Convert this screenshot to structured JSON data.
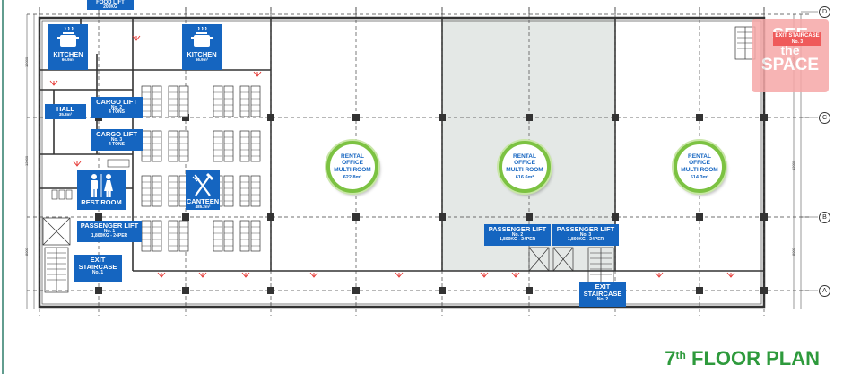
{
  "title": {
    "ordinal": "7",
    "suffix": "th",
    "text": "FLOOR PLAN"
  },
  "axes": [
    "D",
    "C",
    "B",
    "A"
  ],
  "rooms": {
    "kitchen_left": {
      "name": "KITCHEN",
      "area": "66.9m²"
    },
    "kitchen_right": {
      "name": "KITCHEN",
      "area": "66.9m²"
    },
    "hall": {
      "name": "HALL",
      "area": "35.8m²"
    },
    "rest_room": {
      "name": "REST ROOM"
    },
    "canteen": {
      "name": "CANTEEN",
      "area": "485.2m²"
    },
    "top_lift": {
      "name": "FOOD LIFT",
      "sub": "200KG"
    }
  },
  "lifts": {
    "cargo2": {
      "name": "CARGO LIFT",
      "no": "No. 2",
      "cap": "4 TONS"
    },
    "cargo3": {
      "name": "CARGO LIFT",
      "no": "No. 3",
      "cap": "4 TONS"
    },
    "passenger1": {
      "name": "PASSENGER LIFT",
      "no": "No. 1",
      "cap": "1,800KG - 24PER"
    },
    "passenger2": {
      "name": "PASSENGER LIFT",
      "no": "No. 2",
      "cap": "1,800KG - 24PER"
    },
    "passenger3": {
      "name": "PASSENGER LIFT",
      "no": "No. 3",
      "cap": "1,800KG - 24PER"
    }
  },
  "staircases": {
    "s1": {
      "line1": "EXIT",
      "line2": "STAIRCASE",
      "no": "No. 1"
    },
    "s2": {
      "line1": "EXIT",
      "line2": "STAIRCASE",
      "no": "No. 2"
    },
    "s3": {
      "line1": "EXIT",
      "line2": "STAIRCASE",
      "no": "No. 3"
    }
  },
  "rentals": [
    {
      "l1": "RENTAL",
      "l2": "OFFICE",
      "l3": "MULTI ROOM",
      "area": "622.8m²"
    },
    {
      "l1": "RENTAL",
      "l2": "OFFICE",
      "l3": "MULTI ROOM",
      "area": "616.6m²"
    },
    {
      "l1": "RENTAL",
      "l2": "OFFICE",
      "l3": "MULTI ROOM",
      "area": "514.3m²"
    }
  ],
  "watermark": {
    "l1": "SEE",
    "l2": "the",
    "l3": "SPACE"
  },
  "colors": {
    "label_blue": "#1565c0",
    "title_green": "#2e9a3c",
    "ring_green": "#7cc242",
    "exit_red": "#e53935",
    "highlight_gray": "#e4e8e6"
  }
}
